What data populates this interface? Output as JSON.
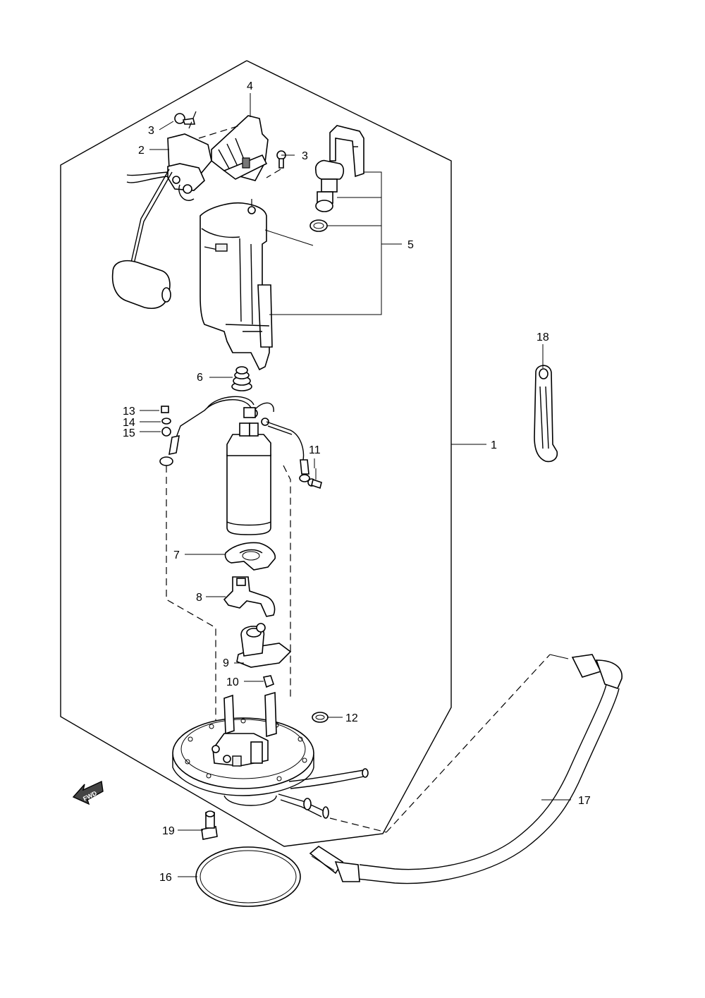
{
  "callouts": [
    {
      "id": "c1",
      "text": "1"
    },
    {
      "id": "c2",
      "text": "2"
    },
    {
      "id": "c3a",
      "text": "3"
    },
    {
      "id": "c3b",
      "text": "3"
    },
    {
      "id": "c4",
      "text": "4"
    },
    {
      "id": "c5",
      "text": "5"
    },
    {
      "id": "c6",
      "text": "6"
    },
    {
      "id": "c7",
      "text": "7"
    },
    {
      "id": "c8",
      "text": "8"
    },
    {
      "id": "c9",
      "text": "9"
    },
    {
      "id": "c10",
      "text": "10"
    },
    {
      "id": "c11",
      "text": "11"
    },
    {
      "id": "c12",
      "text": "12"
    },
    {
      "id": "c13",
      "text": "13"
    },
    {
      "id": "c14",
      "text": "14"
    },
    {
      "id": "c15",
      "text": "15"
    },
    {
      "id": "c16",
      "text": "16"
    },
    {
      "id": "c17",
      "text": "17"
    },
    {
      "id": "c18",
      "text": "18"
    },
    {
      "id": "c19",
      "text": "19"
    }
  ],
  "fwd_label": "FWD"
}
